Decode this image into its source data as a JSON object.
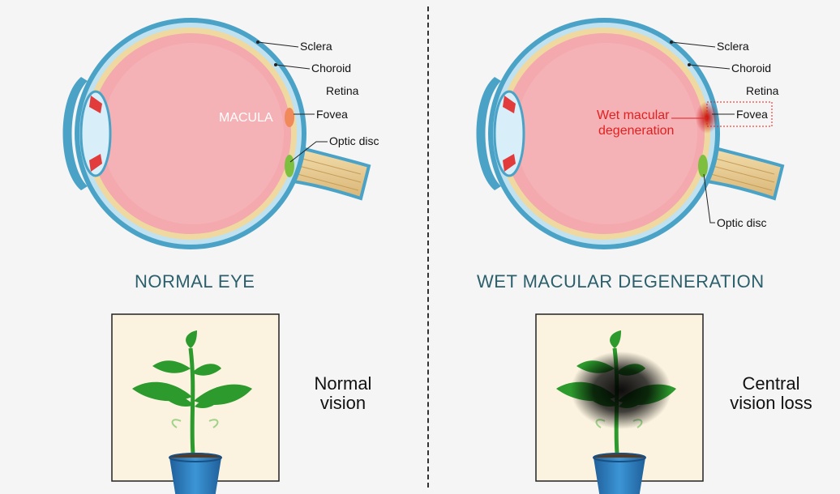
{
  "normal": {
    "title": "NORMAL EYE",
    "labels": {
      "sclera": "Sclera",
      "choroid": "Choroid",
      "retina": "Retina",
      "fovea": "Fovea",
      "optic_disc": "Optic disc",
      "macula": "MACULA"
    },
    "vision_line1": "Normal",
    "vision_line2": "vision"
  },
  "wet": {
    "title": "WET MACULAR DEGENERATION",
    "labels": {
      "sclera": "Sclera",
      "choroid": "Choroid",
      "retina": "Retina",
      "fovea": "Fovea",
      "optic_disc": "Optic disc",
      "wmd_line1": "Wet macular",
      "wmd_line2": "degeneration"
    },
    "vision_line1": "Central",
    "vision_line2": "vision loss"
  },
  "colors": {
    "title": "#2b5f6b",
    "retina_fill": "#f3a9ad",
    "sclera": "#4aa3c7",
    "choroid": "#f0d9a0",
    "wmd_label": "#e22020",
    "picture_bg": "#fbf3df",
    "pot": "#2f7dc0",
    "leaf": "#2c9a2c"
  }
}
